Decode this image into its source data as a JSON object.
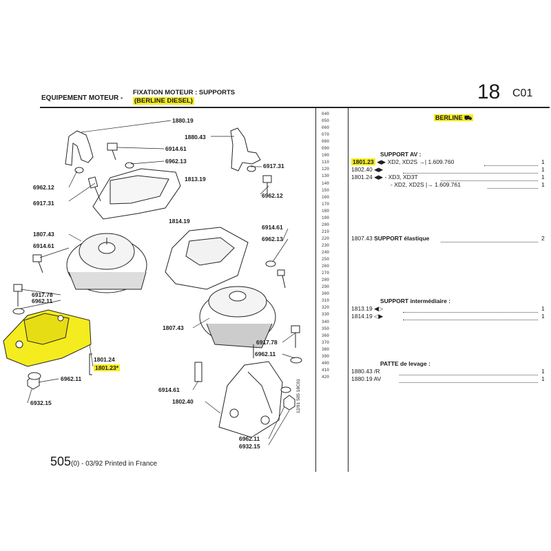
{
  "header": {
    "section": "EQUIPEMENT MOTEUR -",
    "subtitle_line1": "FIXATION MOTEUR : SUPPORTS",
    "subtitle_line2": "(BERLINE DIESEL)",
    "page_number": "18",
    "page_code": "C01"
  },
  "diagram_labels": {
    "l_1880_19": "1880.19",
    "l_1880_43": "1880.43",
    "l_6914_61_top": "6914.61",
    "l_6962_13_top": "6962.13",
    "l_6917_31_right": "6917.31",
    "l_1813_19": "1813.19",
    "l_6962_12_left": "6962.12",
    "l_6962_12_right": "6962.12",
    "l_6917_31_left": "6917.31",
    "l_1814_19": "1814.19",
    "l_1807_43_left": "1807.43",
    "l_6914_61_left": "6914.61",
    "l_6914_61_right": "6914.61",
    "l_6962_13_right": "6962.13",
    "l_6917_78_left": "6917.78",
    "l_6962_11_left": "6962.11",
    "l_1807_43_mid": "1807.43",
    "l_6917_78_right": "6917.78",
    "l_6962_11_mid": "6962.11",
    "l_1801_24": "1801.24",
    "l_1801_23": "1801.23*",
    "l_6962_11_bottom": "6962.11",
    "l_6932_15_left": "6932.15",
    "l_6914_61_bottom": "6914.61",
    "l_1802_40": "1802.40",
    "l_6962_11_lower": "6962.11",
    "l_6932_15_lower": "6932.15"
  },
  "line_numbers": [
    "040",
    "050",
    "060",
    "070",
    "080",
    "090",
    "100",
    "110",
    "120",
    "130",
    "140",
    "150",
    "160",
    "170",
    "180",
    "190",
    "200",
    "210",
    "220",
    "230",
    "240",
    "250",
    "260",
    "270",
    "280",
    "290",
    "300",
    "310",
    "320",
    "330",
    "340",
    "350",
    "360",
    "370",
    "380",
    "390",
    "400",
    "410",
    "420"
  ],
  "parts_list": {
    "variant": "BERLINE",
    "support_av_title": "SUPPORT AV :",
    "p1_ref": "1801.23",
    "p1_desc": "XD2, XD2S",
    "p1_serial": "1.609.760",
    "p1_qty": "1",
    "p2_ref": "1802.40",
    "p2_qty": "1",
    "p3_ref": "1801.24",
    "p3_desc": "- XD3, XD3T",
    "p3_qty": "1",
    "p4_desc": "- XD2, XD2S",
    "p4_serial": "1.609.761",
    "p4_qty": "1",
    "p5_ref": "1807.43",
    "p5_desc": "SUPPORT élastique",
    "p5_qty": "2",
    "intermediate_title": "SUPPORT intermédiaire :",
    "p6_ref": "1813.19",
    "p6_qty": "1",
    "p7_ref": "1814.19",
    "p7_qty": "1",
    "patte_title": "PATTE de levage :",
    "p8_ref": "1880.43",
    "p8_qty": "1",
    "p9_ref": "1880.19",
    "p9_qty": "1"
  },
  "footer": {
    "page_big": "505",
    "page_rest": "(0) - 03/92  Printed in France",
    "vertical_code": "12/91  505  18C01"
  },
  "colors": {
    "highlight": "#f4ec1e",
    "ink": "#1a1a1a"
  }
}
